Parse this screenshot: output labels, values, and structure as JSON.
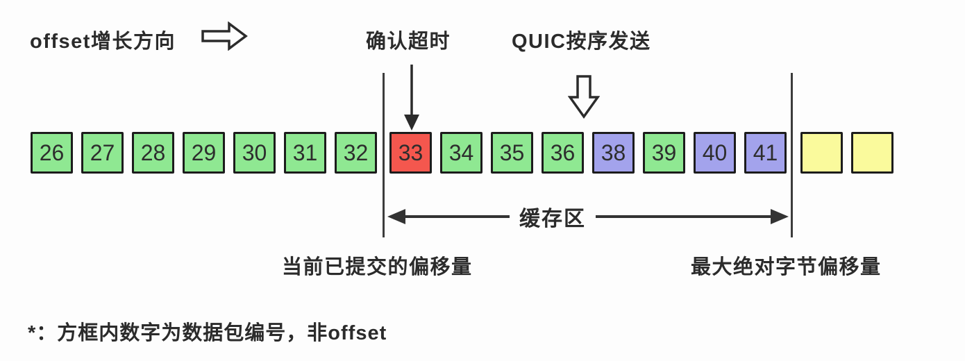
{
  "colors": {
    "green": "#8FE892",
    "red": "#F4574E",
    "purple": "#A3A3EC",
    "yellow": "#FAFA9C",
    "stroke": "#2b2b2b"
  },
  "header": {
    "offset_direction_label": "offset增长方向",
    "ack_timeout_label": "确认超时",
    "quic_in_order_label": "QUIC按序发送"
  },
  "buffer": {
    "label": "缓存区"
  },
  "markers": {
    "committed_offset_label": "当前已提交的偏移量",
    "max_byte_offset_label": "最大绝对字节偏移量"
  },
  "footnote": "*：方框内数字为数据包编号，非offset",
  "boxes": [
    {
      "label": "26",
      "color": "green"
    },
    {
      "label": "27",
      "color": "green"
    },
    {
      "label": "28",
      "color": "green"
    },
    {
      "label": "29",
      "color": "green"
    },
    {
      "label": "30",
      "color": "green"
    },
    {
      "label": "31",
      "color": "green"
    },
    {
      "label": "32",
      "color": "green"
    },
    {
      "label": "33",
      "color": "red"
    },
    {
      "label": "34",
      "color": "green"
    },
    {
      "label": "35",
      "color": "green"
    },
    {
      "label": "36",
      "color": "green"
    },
    {
      "label": "38",
      "color": "purple"
    },
    {
      "label": "39",
      "color": "green"
    },
    {
      "label": "40",
      "color": "purple"
    },
    {
      "label": "41",
      "color": "purple"
    },
    {
      "label": "",
      "color": "yellow"
    },
    {
      "label": "",
      "color": "yellow"
    }
  ]
}
